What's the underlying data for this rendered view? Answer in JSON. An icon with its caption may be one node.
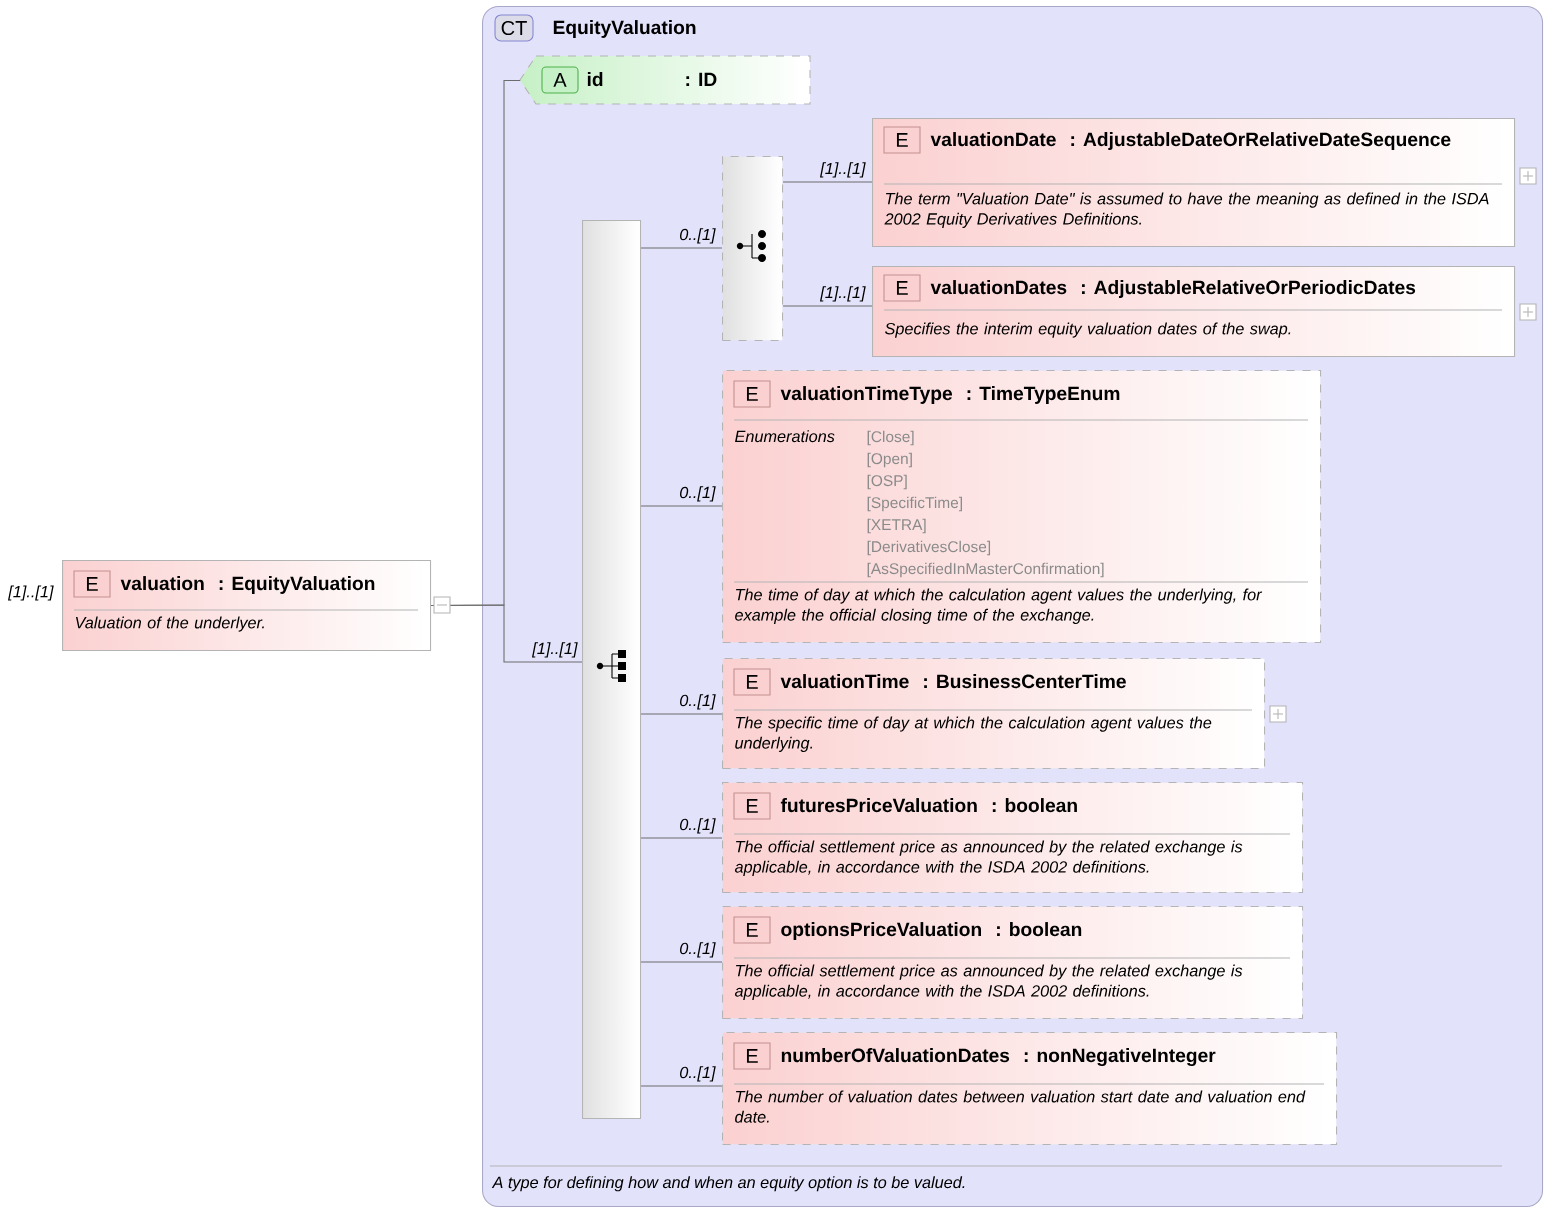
{
  "diagram": {
    "nodes": [
      {
        "text": [
          "E",
          "valuation",
          ": EquityValuation",
          "Valuation of the underlyer."
        ],
        "beside": [
          "[1]..[1]"
        ]
      },
      {
        "text": [
          "CT",
          "EquityValuation",
          "A type for defining how and when an equity option is to be valued."
        ]
      },
      {
        "text": [
          "A",
          "id",
          ": ID"
        ],
        "in": 1
      },
      {
        "text": [],
        "shape": "bar",
        "in": 1
      },
      {
        "text": [],
        "shape": "box",
        "in": 1
      },
      {
        "text": [
          "E",
          "valuationDate",
          ": AdjustableDateOrRelativeDateSequence",
          "The term \"Valuation Date\" is assumed to have the meaning as defined in the ISDA 2002 Equity Derivatives Definitions."
        ],
        "in": 1
      },
      {
        "text": [
          "E",
          "valuationDates",
          ": AdjustableRelativeOrPeriodicDates",
          "Specifies the interim equity valuation dates of the swap."
        ],
        "in": 1
      },
      {
        "text": [
          "E",
          "valuationTimeType",
          ": TimeTypeEnum",
          "Enumerations",
          "[Close]",
          "[Open]",
          "[OSP]",
          "[SpecificTime]",
          "[XETRA]",
          "[DerivativesClose]",
          "[AsSpecifiedInMasterConfirmation]",
          "The time of day at which the calculation agent values the underlying, for example the official closing time of the exchange."
        ],
        "in": 1
      },
      {
        "text": [
          "E",
          "valuationTime",
          ": BusinessCenterTime",
          "The specific time of day at which the calculation agent values the underlying."
        ],
        "in": 1
      },
      {
        "text": [
          "E",
          "futuresPriceValuation",
          ": boolean",
          "The official settlement price as announced by the related exchange is applicable, in accordance with the ISDA 2002 definitions."
        ],
        "in": 1
      },
      {
        "text": [
          "E",
          "optionsPriceValuation",
          ": boolean",
          "The official settlement price as announced by the related exchange is applicable, in accordance with the ISDA 2002 definitions."
        ],
        "in": 1
      },
      {
        "text": [
          "E",
          "numberOfValuationDates",
          ": nonNegativeInteger",
          "The number of valuation dates between valuation start date and valuation end date."
        ],
        "in": 1
      }
    ],
    "edges": [
      {
        "from": 0,
        "to": 2,
        "arrow": "none"
      },
      {
        "from": 0,
        "to": 3,
        "arrow": "none",
        "label": "[1]..[1]"
      },
      {
        "from": 3,
        "to": 4,
        "arrow": "none",
        "label": "0..[1]"
      },
      {
        "from": 4,
        "to": 5,
        "arrow": "none",
        "label": "[1]..[1]"
      },
      {
        "from": 4,
        "to": 6,
        "arrow": "none",
        "label": "[1]..[1]"
      },
      {
        "from": 3,
        "to": 7,
        "arrow": "none",
        "label": "0..[1]"
      },
      {
        "from": 3,
        "to": 8,
        "arrow": "none",
        "label": "0..[1]"
      },
      {
        "from": 3,
        "to": 9,
        "arrow": "none",
        "label": "0..[1]"
      },
      {
        "from": 3,
        "to": 10,
        "arrow": "none",
        "label": "0..[1]"
      },
      {
        "from": 3,
        "to": 11,
        "arrow": "none",
        "label": "0..[1]"
      }
    ]
  }
}
